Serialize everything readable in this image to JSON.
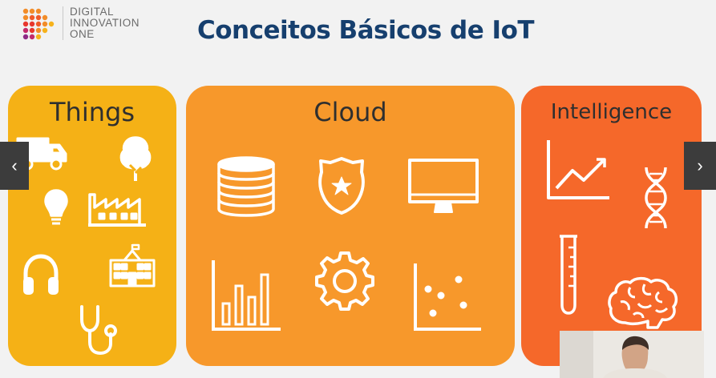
{
  "logo": {
    "line1": "DIGITAL",
    "line2": "INNOVATION",
    "line3": "ONE",
    "icon": "dio-dots-logo"
  },
  "slide_title": "Conceitos Básicos de IoT",
  "panels": {
    "things": {
      "title": "Things",
      "color": "#f5b116",
      "icons": [
        "truck-icon",
        "tree-icon",
        "lightbulb-icon",
        "factory-icon",
        "headphones-icon",
        "school-building-icon",
        "stethoscope-icon"
      ]
    },
    "cloud": {
      "title": "Cloud",
      "color": "#f7982b",
      "icons": [
        "database-icon",
        "security-badge-icon",
        "monitor-icon",
        "bar-chart-icon",
        "gear-icon",
        "scatter-plot-icon"
      ]
    },
    "intelligence": {
      "title": "Intelligence",
      "color": "#f5682a",
      "icons": [
        "line-chart-icon",
        "dna-icon",
        "test-tube-icon",
        "brain-icon"
      ]
    }
  },
  "navigation": {
    "prev_glyph": "‹",
    "next_glyph": "›"
  },
  "colors": {
    "title": "#163f6e",
    "background": "#f2f2f2",
    "nav_arrow_bg": "#3c3c3c"
  }
}
